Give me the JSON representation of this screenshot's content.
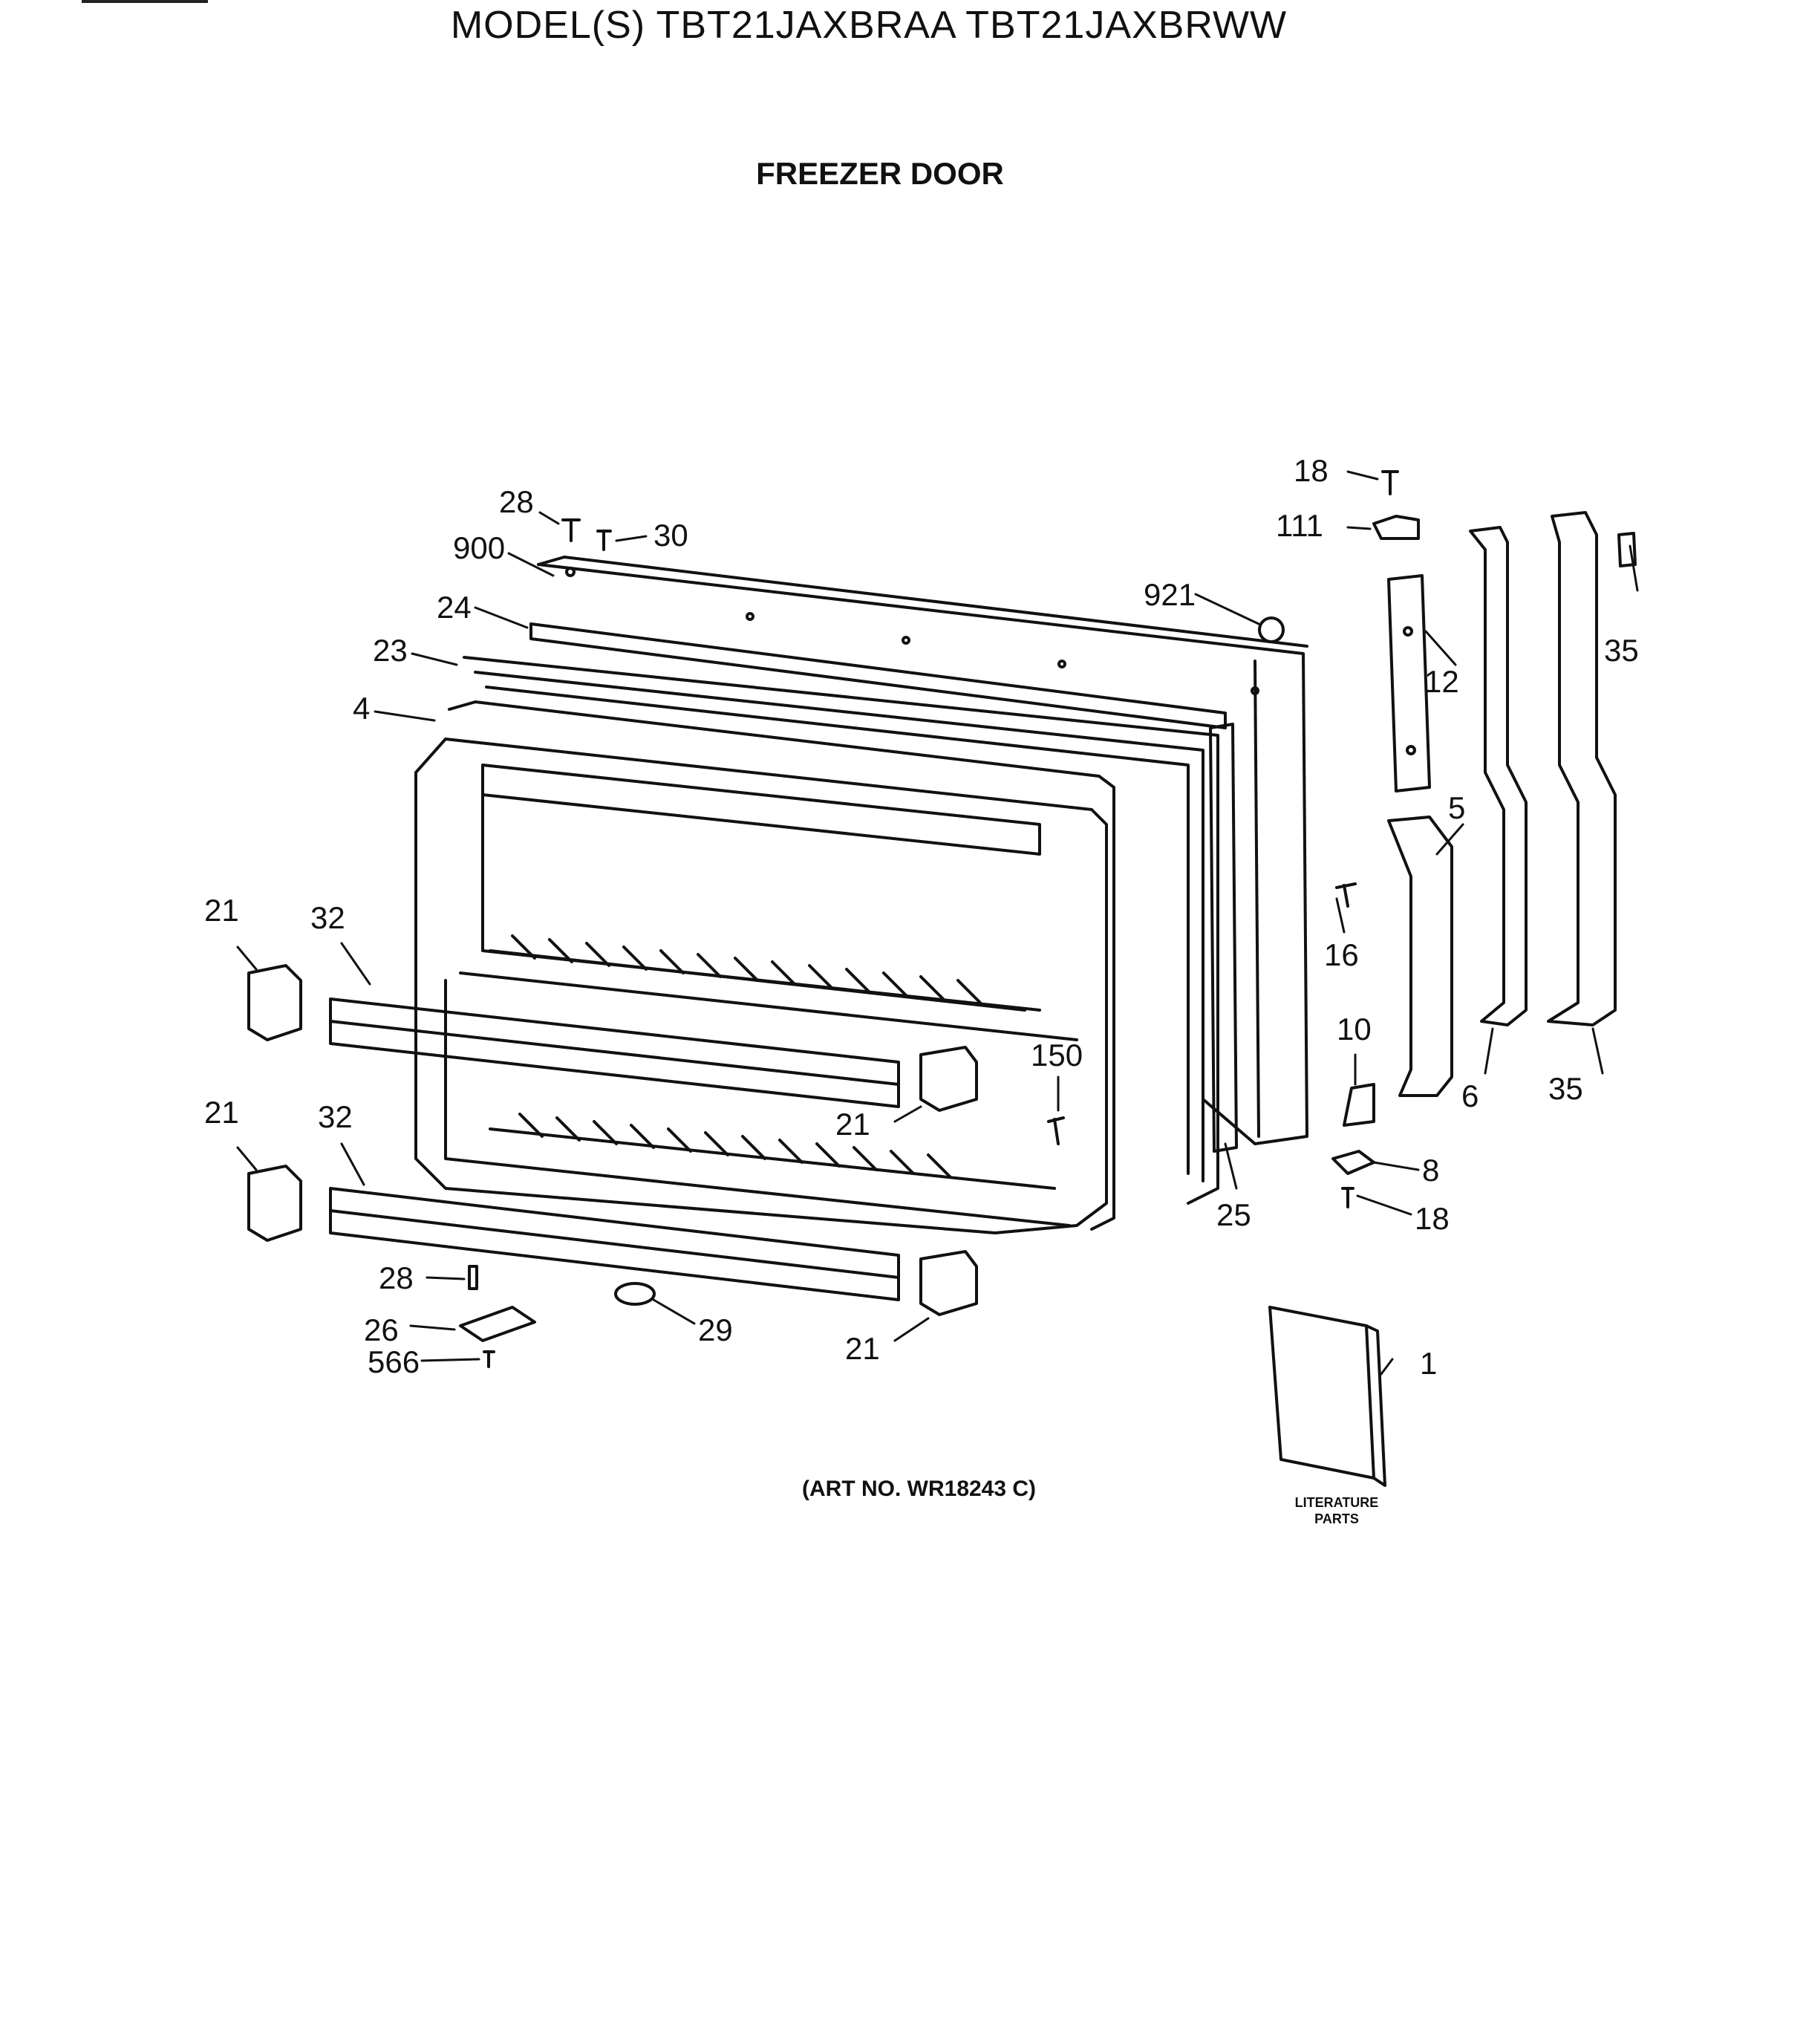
{
  "header": {
    "title": "MODEL(S) TBT21JAXBRAA TBT21JAXBRWW",
    "subtitle": "FREEZER DOOR"
  },
  "callouts": {
    "c18_top": "18",
    "c111": "111",
    "c28_top": "28",
    "c30": "30",
    "c900": "900",
    "c921": "921",
    "c24": "24",
    "c23": "23",
    "c12": "12",
    "c35_top": "35",
    "c4": "4",
    "c5": "5",
    "c16": "16",
    "c21_a": "21",
    "c32_a": "32",
    "c150": "150",
    "c10": "10",
    "c6": "6",
    "c35_bot": "35",
    "c21_b": "21",
    "c21_c": "21",
    "c32_b": "32",
    "c8": "8",
    "c25": "25",
    "c18_bot": "18",
    "c28_bot": "28",
    "c26": "26",
    "c29": "29",
    "c21_d": "21",
    "c566": "566",
    "c1": "1"
  },
  "footer": {
    "art_no": "(ART NO. WR18243 C)",
    "literature_label_1": "LITERATURE",
    "literature_label_2": "PARTS"
  }
}
